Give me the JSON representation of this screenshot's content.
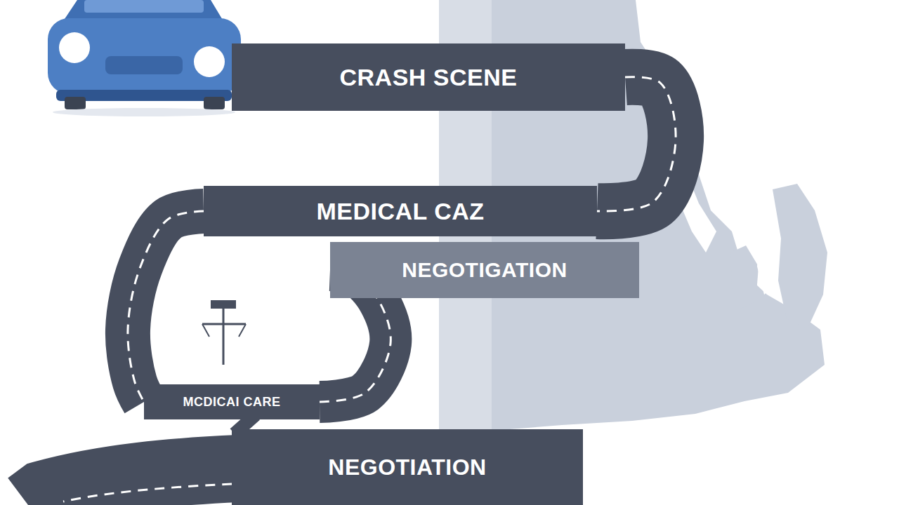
{
  "diagram": {
    "nodes": [
      {
        "text": [
          "CRASH SCENE"
        ]
      },
      {
        "text": [
          "MEDICAL CAZ"
        ]
      },
      {
        "text": [
          "NEGOTIGATION"
        ]
      },
      {
        "text": [
          "MCDICAI CARE"
        ]
      },
      {
        "text": [
          "NEGOTIATION"
        ]
      }
    ],
    "edges": [
      {
        "from": 0,
        "to": 1,
        "arrow": "none"
      },
      {
        "from": 1,
        "to": 3,
        "arrow": "none"
      },
      {
        "from": 3,
        "to": 2,
        "arrow": "none"
      },
      {
        "from": 3,
        "to": 4,
        "arrow": "none"
      }
    ]
  }
}
